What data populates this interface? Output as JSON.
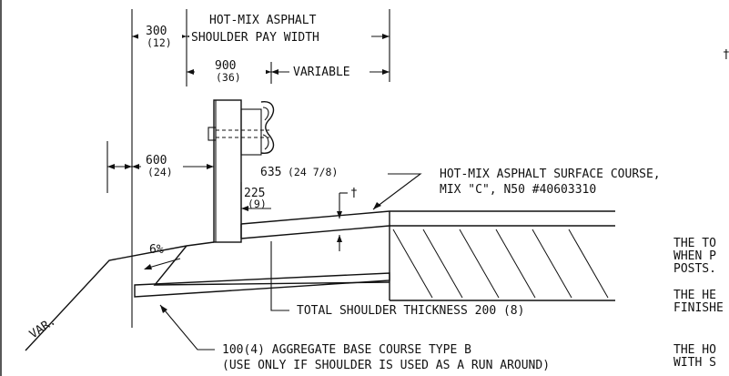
{
  "labels": {
    "hma_shoulder_line1": "HOT-MIX ASPHALT",
    "hma_shoulder_line2": "SHOULDER PAY WIDTH",
    "dim_300": "300",
    "dim_300_in": "(12)",
    "dim_900": "900",
    "dim_900_in": "(36)",
    "variable": "VARIABLE",
    "dim_600": "600",
    "dim_600_in": "(24)",
    "dim_635": "635",
    "dim_635_in": "(24 7/8)",
    "dim_225": "225",
    "dim_225_in": "(9)",
    "dagger": "†",
    "top_right_dagger": "†",
    "slope": "6%",
    "var": "VAR.",
    "surface_course_line1": "HOT-MIX ASPHALT SURFACE COURSE,",
    "surface_course_line2": "MIX \"C\", N50  #40603310",
    "shoulder_thickness": "TOTAL SHOULDER THICKNESS 200 (8)",
    "aggregate_line1": "100(4) AGGREGATE BASE COURSE TYPE B",
    "aggregate_line2": "(USE ONLY IF SHOULDER IS USED AS A RUN AROUND)"
  },
  "notes": [
    {
      "line1": "THE TO",
      "line2": "WHEN P",
      "line3": "POSTS."
    },
    {
      "line1": "THE HE",
      "line2": "FINISHE"
    },
    {
      "line1": "THE HO",
      "line2": "WITH S"
    }
  ]
}
